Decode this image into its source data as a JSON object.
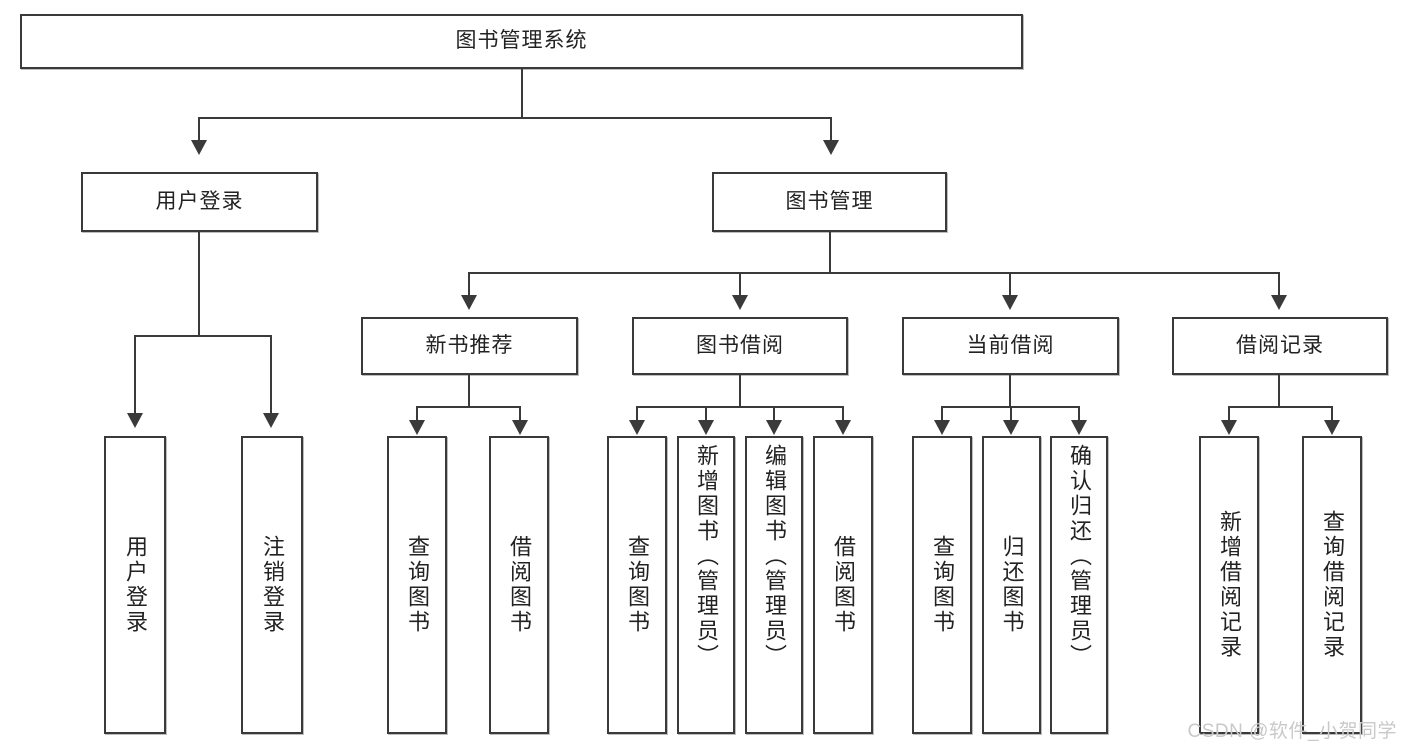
{
  "diagram": {
    "title": "图书管理系统",
    "type": "tree-hierarchy-chart",
    "colors": {
      "box_border": "#3a3a3a",
      "box_fill": "#ffffff",
      "text": "#222222",
      "connector": "#3a3a3a",
      "watermark": "#c9c9c9",
      "background": "#ffffff"
    }
  },
  "root": {
    "label": "图书管理系统"
  },
  "level2": {
    "user_login": {
      "label": "用户登录"
    },
    "book_manage": {
      "label": "图书管理"
    }
  },
  "user_login_children": [
    {
      "label": "用户登录"
    },
    {
      "label": "注销登录"
    }
  ],
  "level3": {
    "new_book_recommend": {
      "label": "新书推荐"
    },
    "book_borrow": {
      "label": "图书借阅"
    },
    "current_borrow": {
      "label": "当前借阅"
    },
    "borrow_record": {
      "label": "借阅记录"
    }
  },
  "new_book_recommend_children": [
    {
      "label": "查询图书"
    },
    {
      "label": "借阅图书"
    }
  ],
  "book_borrow_children": [
    {
      "label": "查询图书"
    },
    {
      "label": "新增图书（管理员）"
    },
    {
      "label": "编辑图书（管理员）"
    },
    {
      "label": "借阅图书"
    }
  ],
  "current_borrow_children": [
    {
      "label": "查询图书"
    },
    {
      "label": "归还图书"
    },
    {
      "label": "确认归还（管理员）"
    }
  ],
  "borrow_record_children": [
    {
      "label": "新增借阅记录"
    },
    {
      "label": "查询借阅记录"
    }
  ],
  "watermark": {
    "text": "CSDN @软件_小贺同学"
  }
}
